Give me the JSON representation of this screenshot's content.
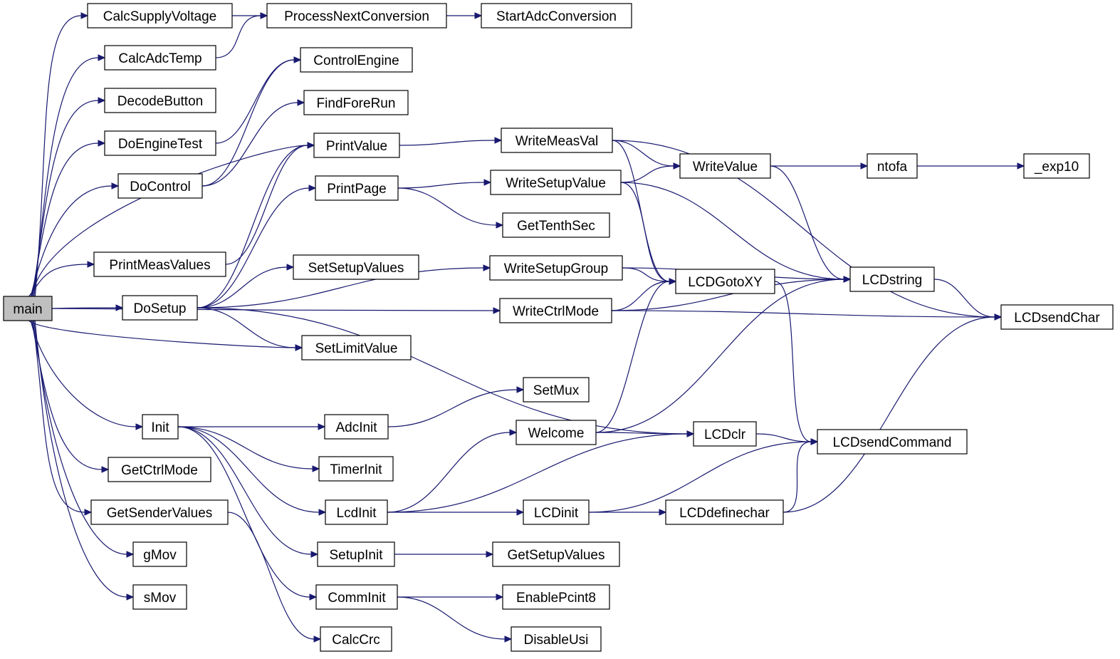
{
  "colors": {
    "edge": "#191970",
    "node_border": "#000000",
    "root_fill": "#bfbfbf",
    "node_fill": "#ffffff"
  },
  "nodes": {
    "main": "main",
    "CalcSupplyVoltage": "CalcSupplyVoltage",
    "ProcessNextConversion": "ProcessNextConversion",
    "StartAdcConversion": "StartAdcConversion",
    "CalcAdcTemp": "CalcAdcTemp",
    "ControlEngine": "ControlEngine",
    "DecodeButton": "DecodeButton",
    "FindForeRun": "FindForeRun",
    "DoEngineTest": "DoEngineTest",
    "PrintValue": "PrintValue",
    "WriteMeasVal": "WriteMeasVal",
    "DoControl": "DoControl",
    "WriteValue": "WriteValue",
    "ntofa": "ntofa",
    "exp10": "_exp10",
    "PrintPage": "PrintPage",
    "WriteSetupValue": "WriteSetupValue",
    "GetTenthSec": "GetTenthSec",
    "PrintMeasValues": "PrintMeasValues",
    "SetSetupValues": "SetSetupValues",
    "WriteSetupGroup": "WriteSetupGroup",
    "LCDstring": "LCDstring",
    "LCDGotoXY": "LCDGotoXY",
    "DoSetup": "DoSetup",
    "WriteCtrlMode": "WriteCtrlMode",
    "LCDsendChar": "LCDsendChar",
    "SetLimitValue": "SetLimitValue",
    "SetMux": "SetMux",
    "Init": "Init",
    "AdcInit": "AdcInit",
    "Welcome": "Welcome",
    "LCDclr": "LCDclr",
    "LCDsendCommand": "LCDsendCommand",
    "GetCtrlMode": "GetCtrlMode",
    "TimerInit": "TimerInit",
    "GetSenderValues": "GetSenderValues",
    "LcdInit": "LcdInit",
    "LCDinit": "LCDinit",
    "LCDdefinechar": "LCDdefinechar",
    "gMov": "gMov",
    "SetupInit": "SetupInit",
    "GetSetupValues": "GetSetupValues",
    "sMov": "sMov",
    "CommInit": "CommInit",
    "EnablePcint8": "EnablePcint8",
    "CalcCrc": "CalcCrc",
    "DisableUsi": "DisableUsi"
  },
  "edges": [
    [
      "main",
      "CalcSupplyVoltage"
    ],
    [
      "main",
      "CalcAdcTemp"
    ],
    [
      "main",
      "DecodeButton"
    ],
    [
      "main",
      "DoEngineTest"
    ],
    [
      "main",
      "DoControl"
    ],
    [
      "main",
      "PrintValue"
    ],
    [
      "main",
      "PrintMeasValues"
    ],
    [
      "main",
      "DoSetup"
    ],
    [
      "main",
      "SetLimitValue"
    ],
    [
      "main",
      "WriteCtrlMode"
    ],
    [
      "main",
      "Init"
    ],
    [
      "main",
      "GetCtrlMode"
    ],
    [
      "main",
      "GetSenderValues"
    ],
    [
      "main",
      "gMov"
    ],
    [
      "main",
      "sMov"
    ],
    [
      "CalcSupplyVoltage",
      "ProcessNextConversion"
    ],
    [
      "CalcAdcTemp",
      "ProcessNextConversion"
    ],
    [
      "ProcessNextConversion",
      "StartAdcConversion"
    ],
    [
      "DoEngineTest",
      "ControlEngine"
    ],
    [
      "DoControl",
      "ControlEngine"
    ],
    [
      "DoControl",
      "FindForeRun"
    ],
    [
      "PrintMeasValues",
      "PrintValue"
    ],
    [
      "PrintValue",
      "WriteMeasVal"
    ],
    [
      "WriteMeasVal",
      "WriteValue"
    ],
    [
      "WriteMeasVal",
      "LCDGotoXY"
    ],
    [
      "WriteMeasVal",
      "LCDsendChar"
    ],
    [
      "WriteValue",
      "ntofa"
    ],
    [
      "ntofa",
      "exp10"
    ],
    [
      "WriteValue",
      "LCDstring"
    ],
    [
      "DoSetup",
      "PrintValue"
    ],
    [
      "DoSetup",
      "PrintPage"
    ],
    [
      "DoSetup",
      "SetSetupValues"
    ],
    [
      "DoSetup",
      "WriteSetupGroup"
    ],
    [
      "DoSetup",
      "SetLimitValue"
    ],
    [
      "DoSetup",
      "LCDclr"
    ],
    [
      "PrintPage",
      "WriteSetupValue"
    ],
    [
      "PrintPage",
      "GetTenthSec"
    ],
    [
      "WriteSetupValue",
      "WriteValue"
    ],
    [
      "WriteSetupValue",
      "LCDGotoXY"
    ],
    [
      "WriteSetupValue",
      "LCDstring"
    ],
    [
      "WriteSetupGroup",
      "LCDGotoXY"
    ],
    [
      "WriteSetupGroup",
      "LCDstring"
    ],
    [
      "WriteCtrlMode",
      "LCDGotoXY"
    ],
    [
      "WriteCtrlMode",
      "LCDstring"
    ],
    [
      "WriteCtrlMode",
      "LCDsendChar"
    ],
    [
      "LCDstring",
      "LCDsendChar"
    ],
    [
      "LCDGotoXY",
      "LCDsendCommand"
    ],
    [
      "Init",
      "AdcInit"
    ],
    [
      "Init",
      "TimerInit"
    ],
    [
      "Init",
      "LcdInit"
    ],
    [
      "Init",
      "SetupInit"
    ],
    [
      "Init",
      "CommInit"
    ],
    [
      "AdcInit",
      "SetMux"
    ],
    [
      "LcdInit",
      "Welcome"
    ],
    [
      "LcdInit",
      "LCDclr"
    ],
    [
      "LcdInit",
      "LCDinit"
    ],
    [
      "Welcome",
      "LCDclr"
    ],
    [
      "Welcome",
      "LCDGotoXY"
    ],
    [
      "Welcome",
      "LCDstring"
    ],
    [
      "LCDclr",
      "LCDsendCommand"
    ],
    [
      "LCDinit",
      "LCDsendCommand"
    ],
    [
      "LCDinit",
      "LCDdefinechar"
    ],
    [
      "LCDdefinechar",
      "LCDsendCommand"
    ],
    [
      "LCDdefinechar",
      "LCDsendChar"
    ],
    [
      "SetupInit",
      "GetSetupValues"
    ],
    [
      "CommInit",
      "EnablePcint8"
    ],
    [
      "CommInit",
      "DisableUsi"
    ],
    [
      "GetSenderValues",
      "CalcCrc"
    ]
  ]
}
